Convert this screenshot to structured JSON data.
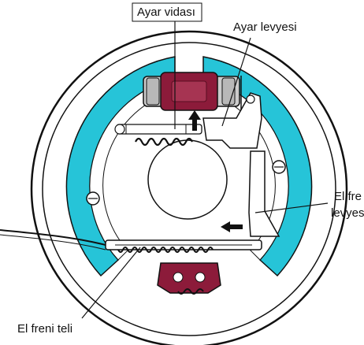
{
  "labels": {
    "adjuster_screw": "Ayar vidası",
    "adjuster_lever": "Ayar levyesi",
    "handbrake_lever_line1": "El fre",
    "handbrake_lever_line2": "levyes",
    "handbrake_cable": "El freni teli"
  },
  "colors": {
    "shoe_lining": "#26c4d8",
    "wheel_cylinder": "#8c1b3a",
    "outline": "#111111",
    "background": "#ffffff",
    "metal": "#cccccc"
  },
  "icons": {
    "motion_arrow_up": "arrow-up-icon",
    "motion_arrow_left": "arrow-left-icon"
  }
}
